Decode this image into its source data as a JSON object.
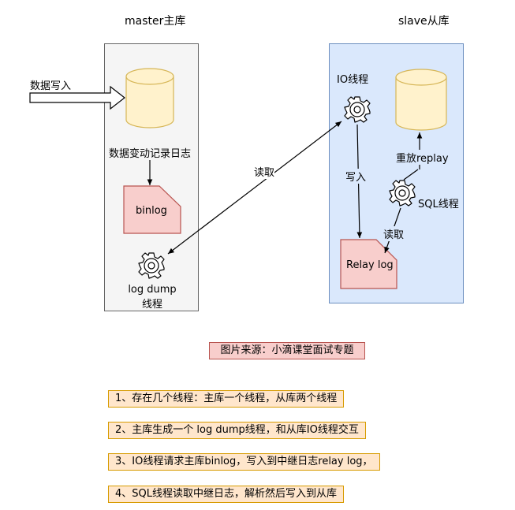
{
  "master": {
    "title": "master主库",
    "log_label": "数据变动记录日志",
    "binlog_label": "binlog",
    "dump_label_line1": "log dump",
    "dump_label_line2": "线程"
  },
  "slave": {
    "title": "slave从库",
    "io_label": "IO线程",
    "write_label": "写入",
    "replay_label": "重放replay",
    "sql_label": "SQL线程",
    "read_label": "读取",
    "relay_label": "Relay log"
  },
  "data_write_label": "数据写入",
  "read_label": "读取",
  "source_label": "图片来源：小滴课堂面试专题",
  "notes": [
    "1、存在几个线程：主库一个线程，从库两个线程",
    "2、主库生成一个 log dump线程，和从库IO线程交互",
    "3、IO线程请求主库binlog，写入到中继日志relay log，",
    "4、SQL线程读取中继日志，解析然后写入到从库"
  ],
  "colors": {
    "cylinder_fill": "#fff2cc",
    "cylinder_stroke": "#d6b656",
    "doc_fill": "#f8cecc",
    "doc_stroke": "#b85450",
    "gear": "#000000"
  }
}
